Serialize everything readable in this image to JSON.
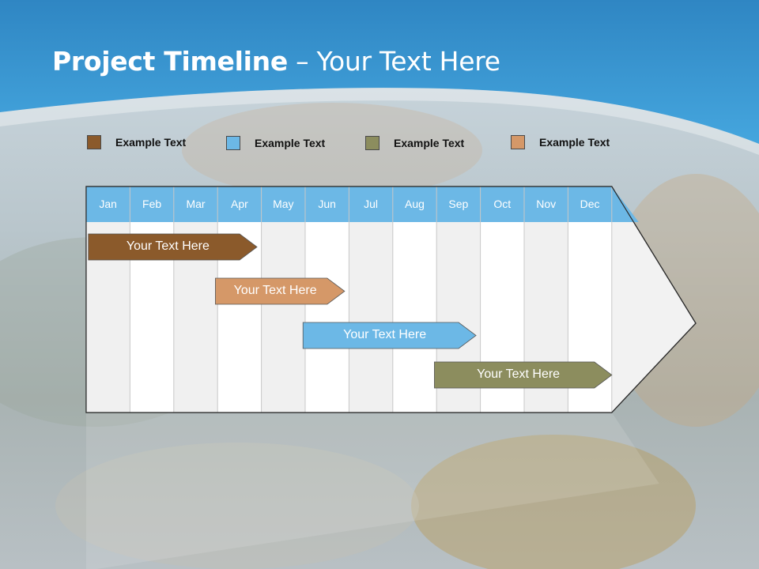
{
  "title": {
    "bold": "Project Timeline",
    "rest": " – Your Text Here"
  },
  "legend": [
    {
      "label": "Example Text",
      "color": "#8b5a2b"
    },
    {
      "label": "Example Text",
      "color": "#6cb8e6"
    },
    {
      "label": "Example Text",
      "color": "#8c8d5e"
    },
    {
      "label": "Example Text",
      "color": "#d59868"
    }
  ],
  "timeline": {
    "months": [
      "Jan",
      "Feb",
      "Mar",
      "Apr",
      "May",
      "Jun",
      "Jul",
      "Aug",
      "Sep",
      "Oct",
      "Nov",
      "Dec"
    ],
    "header_color": "#6cb8e6",
    "tasks": [
      {
        "label": "Your  Text Here",
        "color": "#8b5a2b",
        "start": 0.05,
        "end": 3.9
      },
      {
        "label": "Your  Text Here",
        "color": "#d59868",
        "start": 2.95,
        "end": 5.9
      },
      {
        "label": "Your  Text Here",
        "color": "#6cb8e6",
        "start": 4.95,
        "end": 8.9
      },
      {
        "label": "Your  Text Here",
        "color": "#8c8d5e",
        "start": 7.95,
        "end": 12.0
      }
    ]
  }
}
